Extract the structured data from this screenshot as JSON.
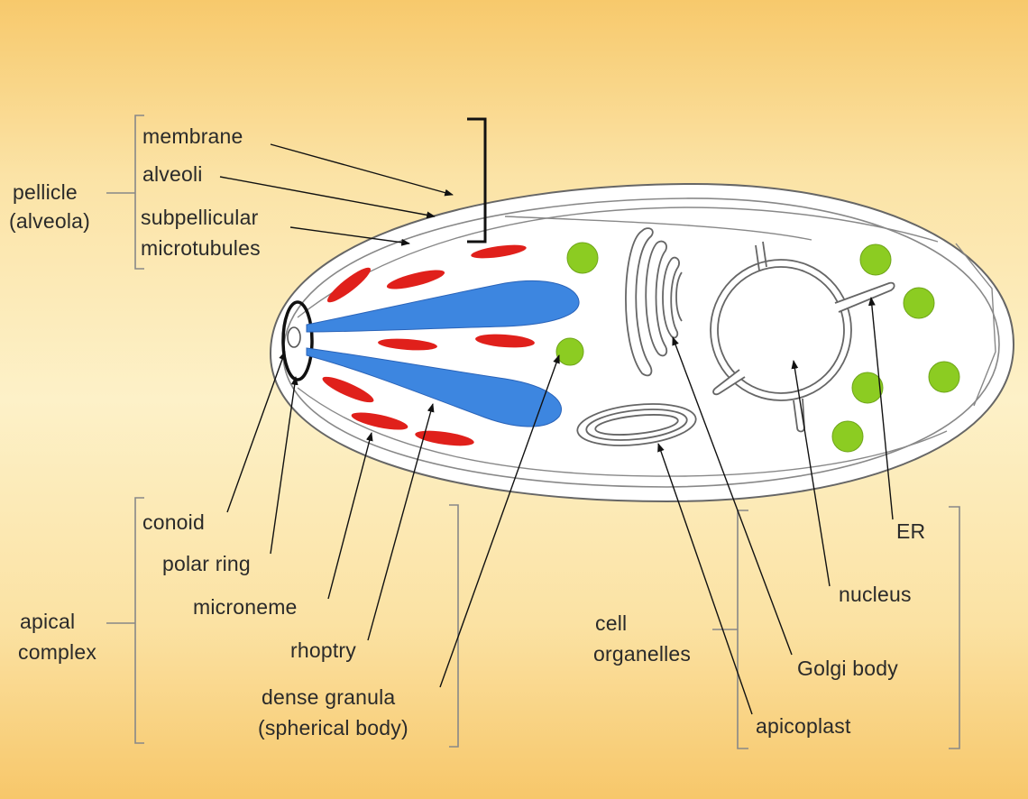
{
  "labels": {
    "pellicle": "pellicle",
    "alveola": "(alveola)",
    "membrane": "membrane",
    "alveoli": "alveoli",
    "subpellicular": "subpellicular",
    "microtubules": "microtubules",
    "conoid": "conoid",
    "polar_ring": "polar ring",
    "microneme": "microneme",
    "rhoptry": "rhoptry",
    "dense_granula": "dense granula",
    "spherical_body": "(spherical body)",
    "apical": "apical",
    "complex": "complex",
    "cell": "cell",
    "organelles": "organelles",
    "apicoplast": "apicoplast",
    "golgi_body": "Golgi body",
    "nucleus": "nucleus",
    "er": "ER"
  },
  "colors": {
    "background": "#fbe6ad",
    "rhoptry": "#3d86e0",
    "microneme": "#e0201b",
    "dense_granule": "#8ccc22",
    "outline": "#555555",
    "bracket": "#1a1a1a"
  }
}
